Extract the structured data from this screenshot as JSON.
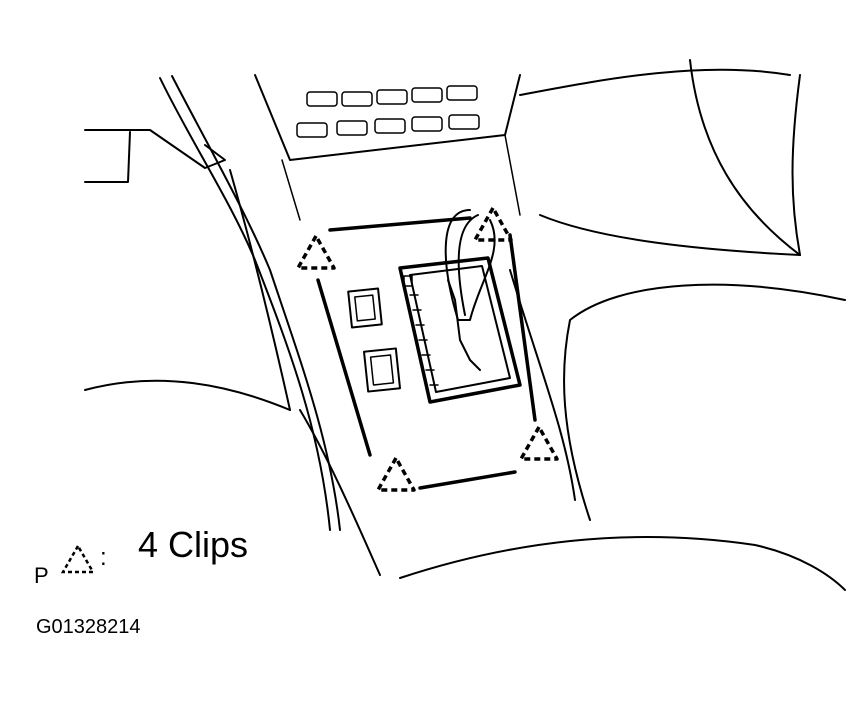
{
  "legend": {
    "prefix": "P",
    "separator": ":",
    "label": "4 Clips",
    "symbol": "dashed-triangle-clip-icon"
  },
  "figure_id": "G01328214",
  "clips": [
    {
      "name": "clip-top-left"
    },
    {
      "name": "clip-top-right"
    },
    {
      "name": "clip-bottom-left"
    },
    {
      "name": "clip-bottom-right"
    }
  ]
}
